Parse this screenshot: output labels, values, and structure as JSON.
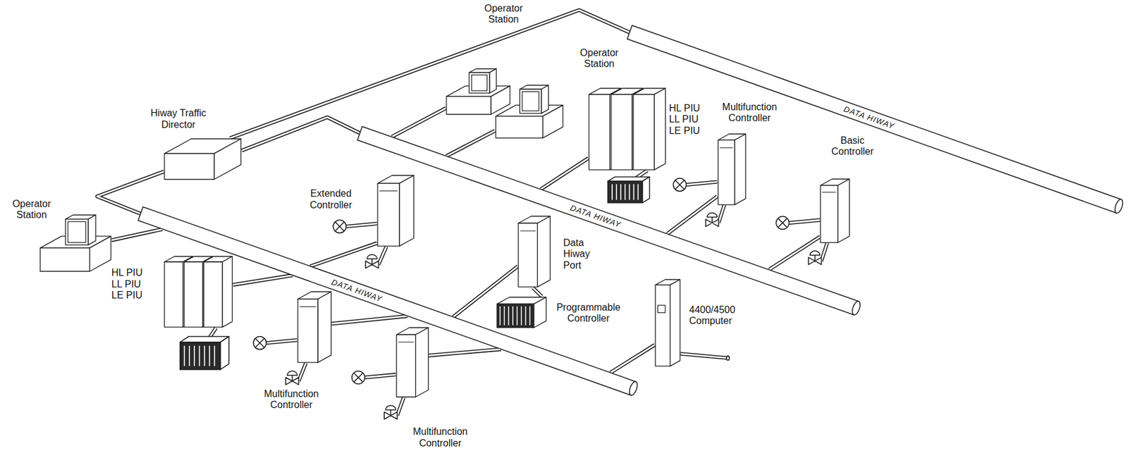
{
  "diagram": {
    "nodes": [
      {
        "text": [
          "Operator Station"
        ]
      },
      {
        "text": [
          "Operator Station"
        ]
      },
      {
        "text": [
          "Hiway Traffic Director"
        ]
      },
      {
        "text": [
          "DATA HIWAY"
        ]
      },
      {
        "text": [
          "HL PIU",
          "LL PIU",
          "LE PIU"
        ]
      },
      {
        "text": [
          "Multifunction Controller"
        ]
      },
      {
        "text": [
          "Basic Controller"
        ]
      },
      {
        "text": [
          "Extended Controller"
        ]
      },
      {
        "text": [
          "Operator Station"
        ]
      },
      {
        "text": [
          "DATA HIWAY"
        ]
      },
      {
        "text": [
          "HL PIU",
          "LL PIU",
          "LE PIU"
        ]
      },
      {
        "text": [
          "Data Hiway Port"
        ]
      },
      {
        "text": [
          "DATA HIWAY"
        ]
      },
      {
        "text": [
          "Programmable Controller"
        ]
      },
      {
        "text": [
          "4400/4500 Computer"
        ]
      },
      {
        "text": [
          "Multifunction Controller"
        ]
      },
      {
        "text": [
          "Multifunction Controller"
        ]
      }
    ],
    "edges": [
      {
        "from": 2,
        "to": 3,
        "arrow": "none"
      },
      {
        "from": 2,
        "to": 9,
        "arrow": "none"
      },
      {
        "from": 2,
        "to": 12,
        "arrow": "none"
      },
      {
        "from": 0,
        "to": 9,
        "arrow": "none"
      },
      {
        "from": 1,
        "to": 9,
        "arrow": "none"
      },
      {
        "from": 4,
        "to": 9,
        "arrow": "none"
      },
      {
        "from": 5,
        "to": 9,
        "arrow": "none"
      },
      {
        "from": 6,
        "to": 9,
        "arrow": "none"
      },
      {
        "from": 8,
        "to": 12,
        "arrow": "none"
      },
      {
        "from": 10,
        "to": 12,
        "arrow": "none"
      },
      {
        "from": 7,
        "to": 12,
        "arrow": "none"
      },
      {
        "from": 11,
        "to": 12,
        "arrow": "none"
      },
      {
        "from": 11,
        "to": 13,
        "arrow": "none"
      },
      {
        "from": 14,
        "to": 12,
        "arrow": "none"
      },
      {
        "from": 15,
        "to": 12,
        "arrow": "none"
      },
      {
        "from": 16,
        "to": 12,
        "arrow": "none"
      }
    ]
  }
}
